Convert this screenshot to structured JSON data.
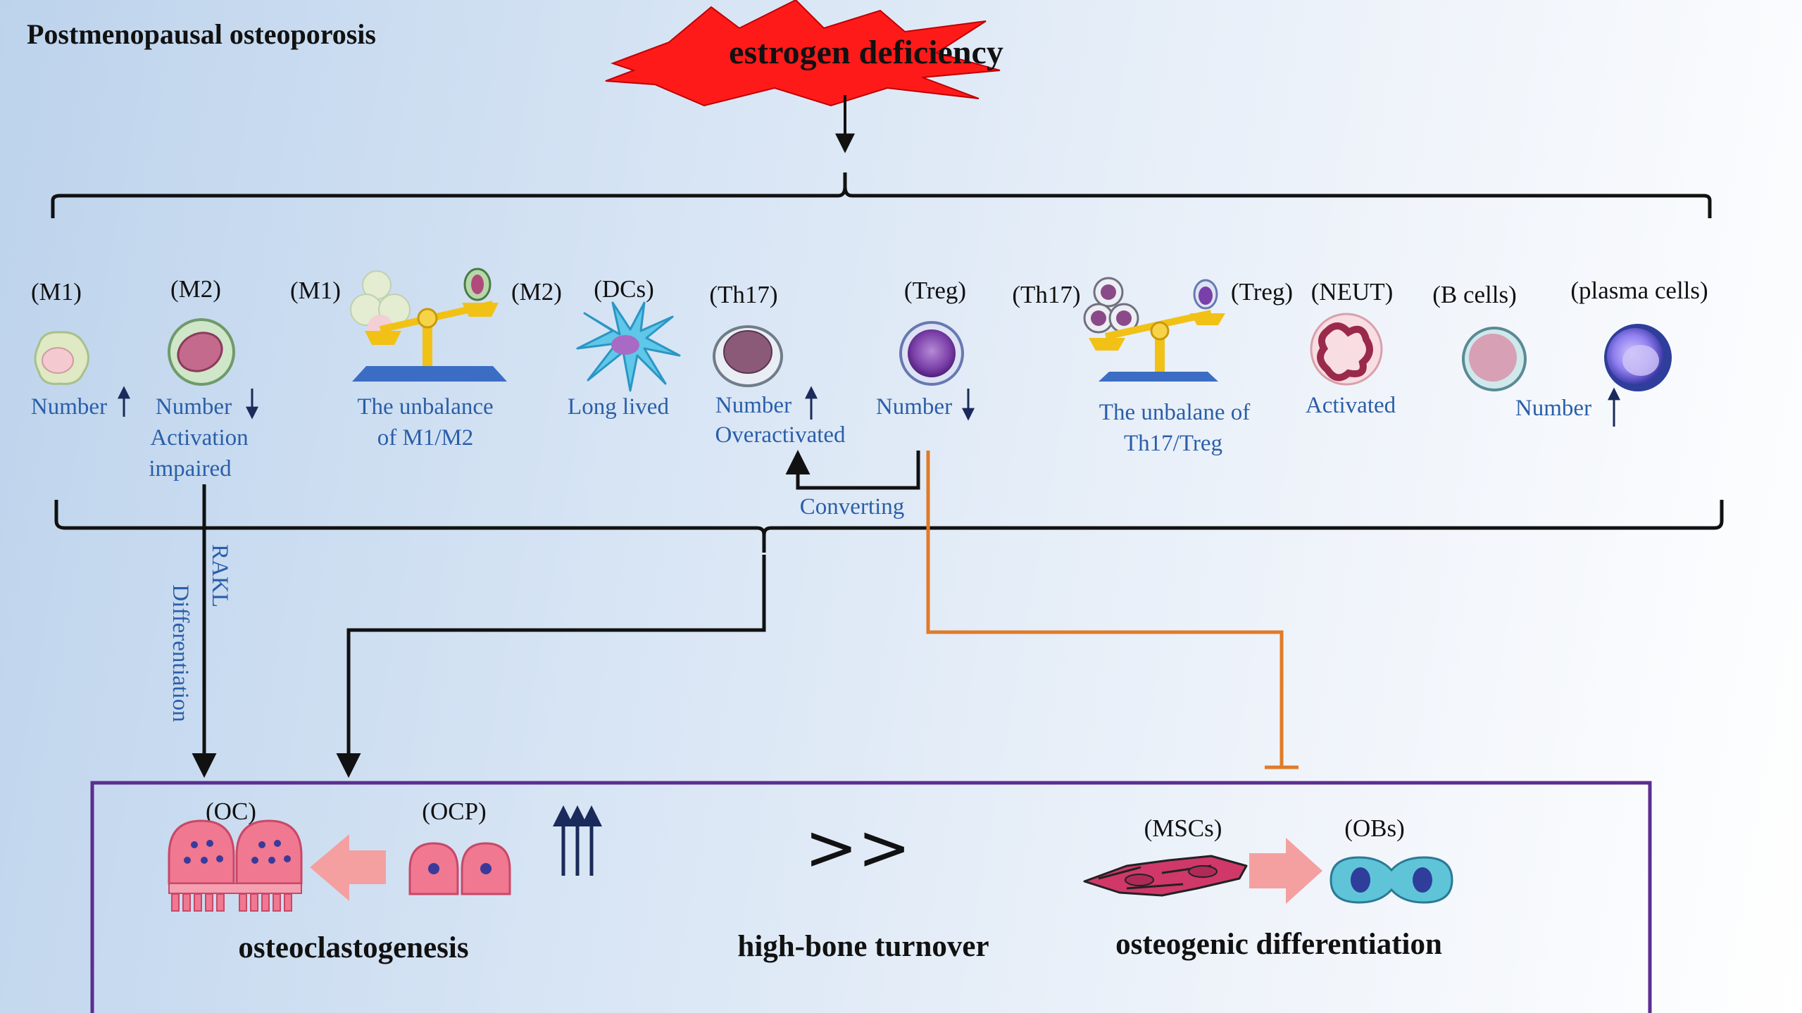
{
  "title": "Postmenopausal osteoporosis",
  "trigger": "estrogen deficiency",
  "cells": {
    "m1": "(M1)",
    "m2": "(M2)",
    "m1b": "(M1)",
    "m2b": "(M2)",
    "dcs": "(DCs)",
    "th17": "(Th17)",
    "treg": "(Treg)",
    "th17b": "(Th17)",
    "tregb": "(Treg)",
    "neut": "(NEUT)",
    "bcells": "(B cells)",
    "plasma": "(plasma cells)"
  },
  "effects": {
    "m1_number": "Number",
    "m2_number": "Number",
    "m2_activation": "Activation",
    "m2_impaired": "impaired",
    "m1m2_line1": "The unbalance",
    "m1m2_line2": "of M1/M2",
    "dcs_long": "Long lived",
    "th17_number": "Number",
    "th17_over": "Overactivated",
    "treg_number": "Number",
    "th17treg_line1": "The unbalane  of",
    "th17treg_line2": "Th17/Treg",
    "neut_activated": "Activated",
    "plasma_number": "Number",
    "converting": "Converting"
  },
  "vertical_labels": {
    "rakl": "RAKL",
    "differentiation": "Differentiation"
  },
  "bottom": {
    "oc": "(OC)",
    "ocp": "(OCP)",
    "mscs": "(MSCs)",
    "obs": "(OBs)",
    "osteoclastogenesis": "osteoclastogenesis",
    "turnover": "high-bone turnover",
    "osteogenic": "osteogenic differentiation",
    "greater": ">>"
  },
  "colors": {
    "star": "#ff1a1a",
    "orange_line": "#e07b28",
    "box_border": "#5b2d90",
    "blue_text": "#2a5ea8",
    "osteoclast": "#f07890",
    "arrow_pink": "#f4a0a0"
  }
}
